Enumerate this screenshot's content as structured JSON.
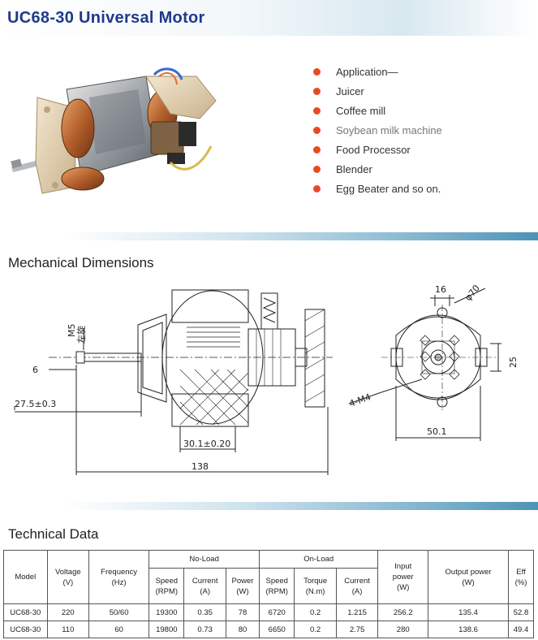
{
  "header": {
    "title": "UC68-30 Universal Motor"
  },
  "applications": [
    "Application—",
    "Juicer",
    "Coffee mill",
    "Soybean milk machine",
    "Food Processor",
    "Blender",
    "Egg Beater and so on."
  ],
  "sections": {
    "mechanical": "Mechanical Dimensions",
    "technical": "Technical Data"
  },
  "dimensions": {
    "m5": "M5",
    "left_thread": "左旋",
    "d6": "6",
    "d27": "27.5±0.3",
    "d30": "30.1±0.20",
    "d138": "138",
    "d16": "16",
    "phi70": "φ70",
    "d25": "25",
    "m4": "4-M4",
    "d50": "50.1"
  },
  "table": {
    "headers": {
      "model": "Model",
      "voltage": "Voltage",
      "voltage_unit": "(V)",
      "frequency": "Frequency",
      "frequency_unit": "(Hz)",
      "no_load": "No-Load",
      "on_load": "On-Load",
      "speed": "Speed",
      "speed_unit": "(RPM)",
      "current": "Current",
      "current_unit": "(A)",
      "power": "Power",
      "power_unit": "(W)",
      "torque": "Torque",
      "torque_unit": "(N.m)",
      "input": "Input",
      "input_power": "power",
      "input_unit": "(W)",
      "output": "Output power",
      "output_unit": "(W)",
      "eff": "Eff",
      "eff_unit": "(%)"
    },
    "rows": [
      [
        "UC68-30",
        "220",
        "50/60",
        "19300",
        "0.35",
        "78",
        "6720",
        "0.2",
        "1.215",
        "256.2",
        "135.4",
        "52.8"
      ],
      [
        "UC68-30",
        "110",
        "60",
        "19800",
        "0.73",
        "80",
        "6650",
        "0.2",
        "2.75",
        "280",
        "138.6",
        "49.4"
      ]
    ]
  }
}
